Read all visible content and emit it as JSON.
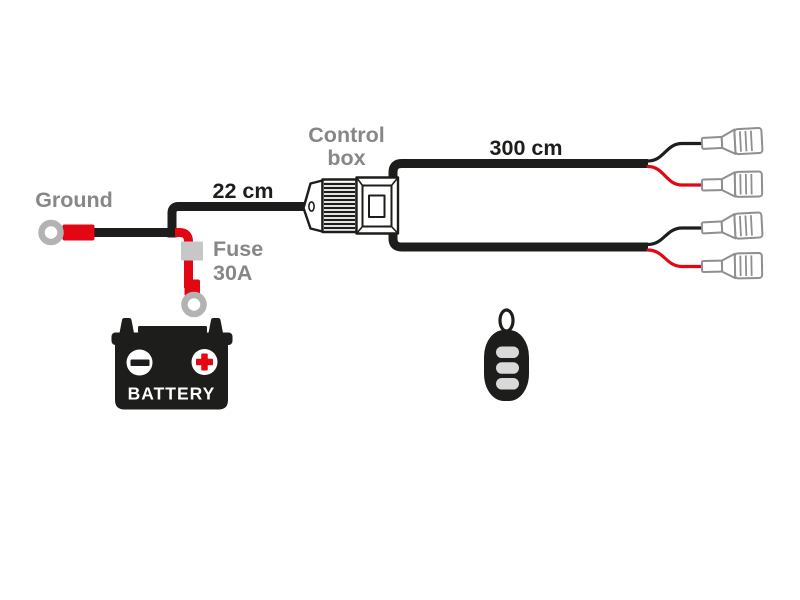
{
  "diagram": {
    "labels": {
      "ground": "Ground",
      "harness_length": "22 cm",
      "fuse_line1": "Fuse",
      "fuse_line2": "30A",
      "control_box_line1": "Control",
      "control_box_line2": "box",
      "lead_length": "300 cm",
      "battery": "BATTERY"
    }
  },
  "colors": {
    "background": "#ffffff",
    "wire_black": "#1d1d1b",
    "wire_red": "#e30613",
    "label_gray": "#878787",
    "terminal_gray": "#b3b3b3",
    "fuse_gray": "#c7c7c7",
    "connector_gray": "#8f8f8f",
    "button_gray": "#d9d9d9"
  }
}
